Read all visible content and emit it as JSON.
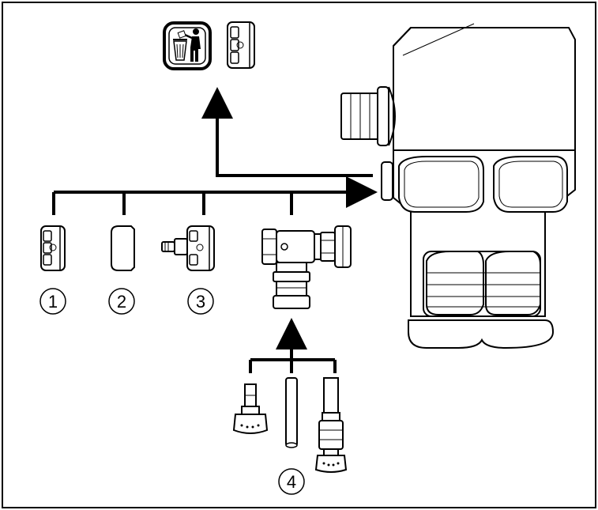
{
  "labels": {
    "option1": "1",
    "option2": "2",
    "option3": "3",
    "option4": "4"
  },
  "icons": {
    "disposal": "trash-disposal-icon"
  },
  "colors": {
    "line": "#000000",
    "fill": "#ffffff",
    "shade": "#e6e6e6"
  }
}
